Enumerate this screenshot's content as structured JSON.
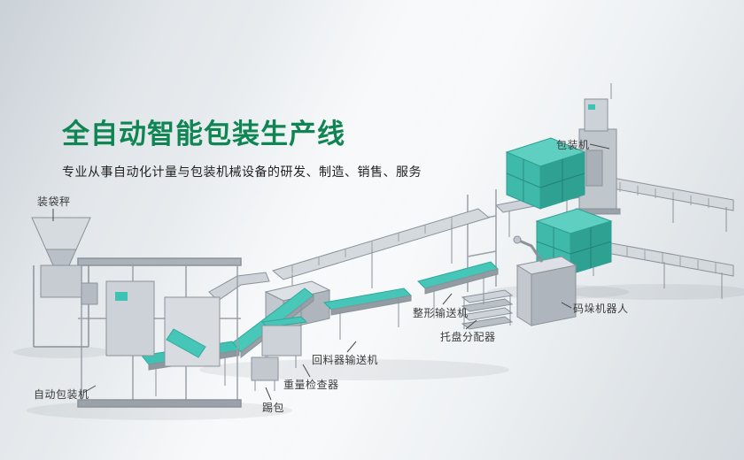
{
  "hero": {
    "title": "全自动智能包装生产线",
    "subtitle": "专业从事自动化计量与包装机械设备的研发、制造、销售、服务"
  },
  "labels": {
    "bagging_scale": "装袋秤",
    "packing_machine": "包装机",
    "shaping_conveyor": "整形输送机",
    "palletizing_robot": "码垛机器人",
    "pallet_dispenser": "托盘分配器",
    "return_conveyor": "回料器输送机",
    "weight_checker": "重量检查器",
    "kick_bag": "踢包",
    "auto_packing_machine": "自动包装机"
  },
  "colors": {
    "accent_green": "#0e8552",
    "machine_teal": "#3fc2b4"
  }
}
